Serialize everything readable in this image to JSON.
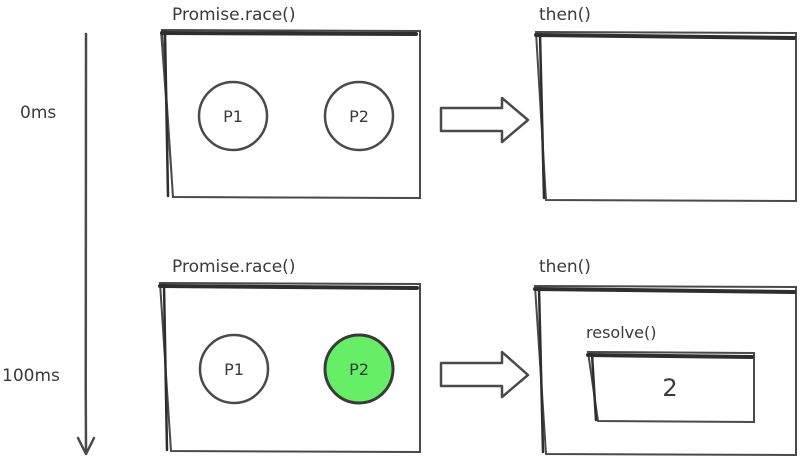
{
  "timeline": {
    "label_first": "0ms",
    "label_second": "100ms"
  },
  "stage_top": {
    "race_label": "Promise.race()",
    "then_label": "then()",
    "promise_a": "P1",
    "promise_b": "P2"
  },
  "stage_bottom": {
    "race_label": "Promise.race()",
    "then_label": "then()",
    "promise_a": "P1",
    "promise_b": "P2",
    "resolve_label": "resolve()",
    "resolved_value": "2"
  },
  "colors": {
    "stroke": "#4a4a4a",
    "winner_fill": "#66ee66",
    "shadow": "#2e2e2e"
  }
}
